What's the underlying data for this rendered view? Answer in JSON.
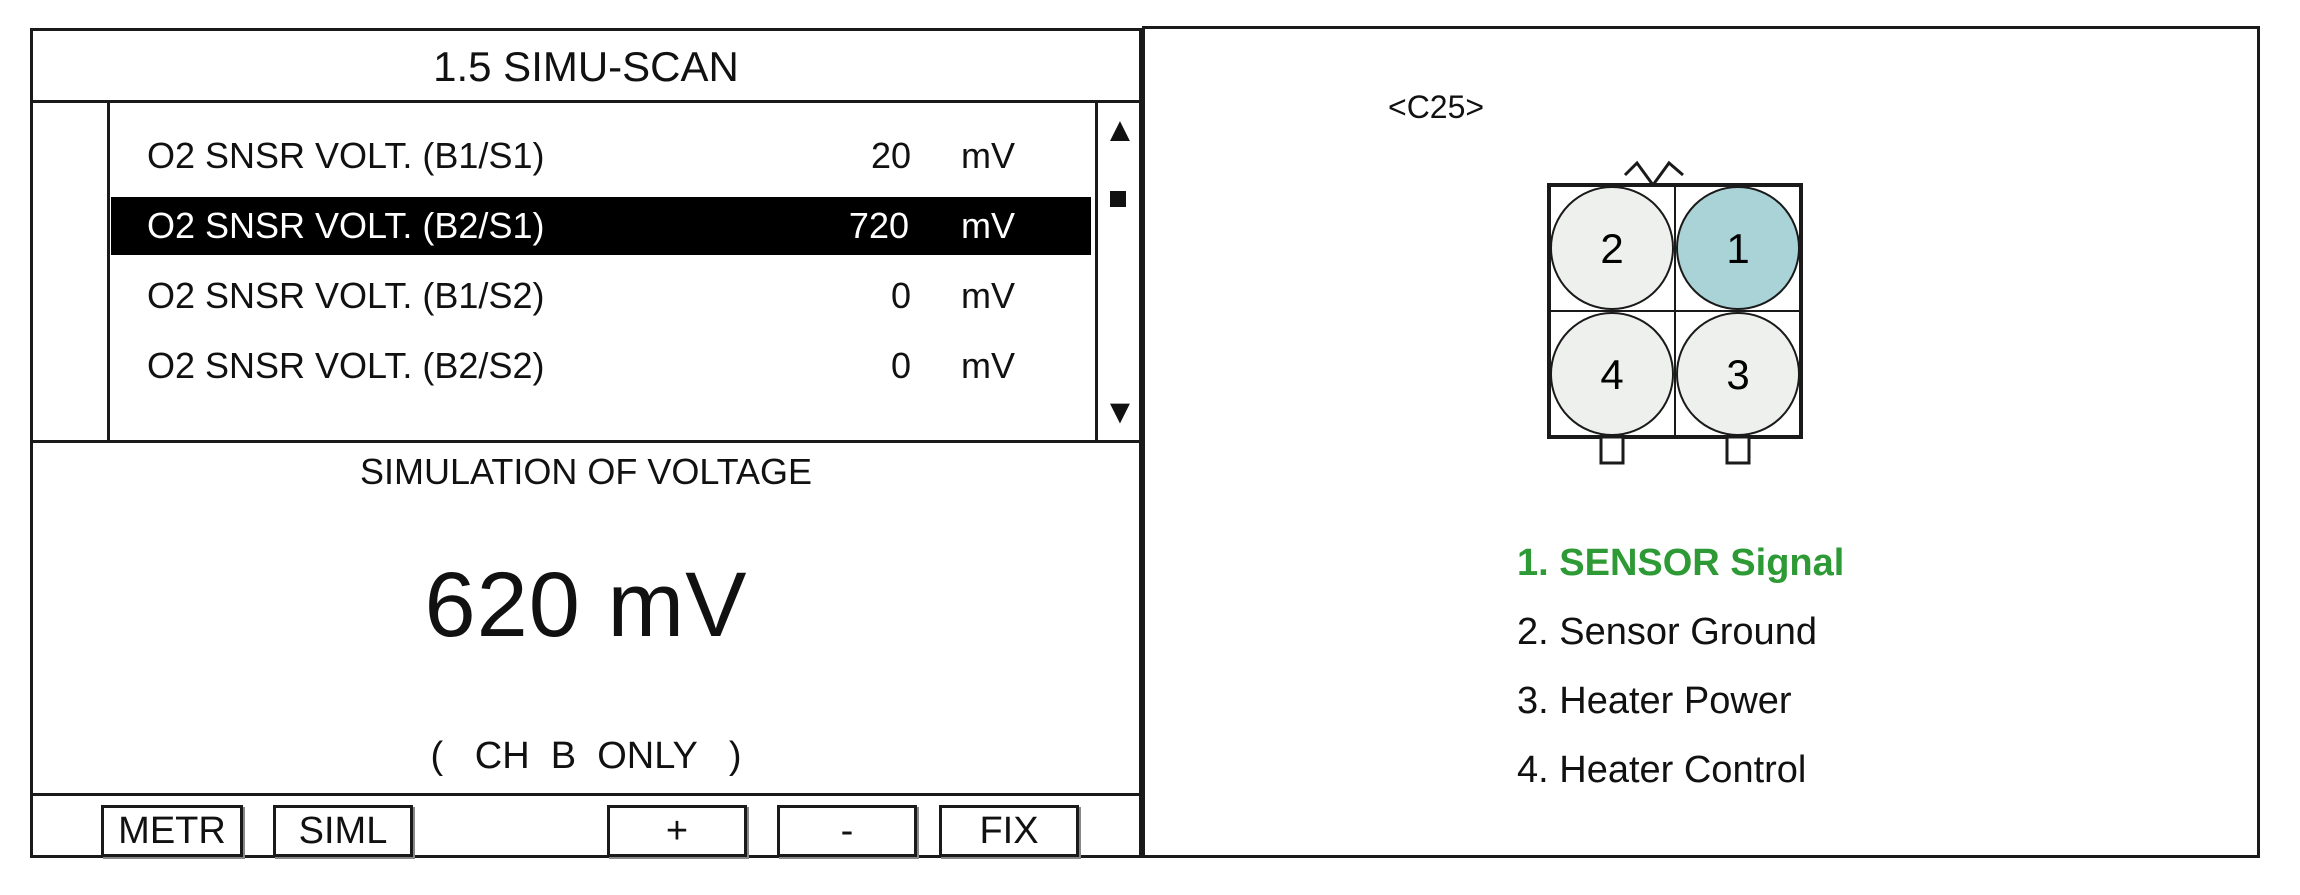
{
  "scan": {
    "title": "1.5  SIMU-SCAN",
    "params": [
      {
        "name": "O2 SNSR VOLT. (B1/S1)",
        "value": "20",
        "unit": "mV",
        "selected": false
      },
      {
        "name": "O2 SNSR VOLT. (B2/S1)",
        "value": "720",
        "unit": "mV",
        "selected": true
      },
      {
        "name": "O2 SNSR VOLT. (B1/S2)",
        "value": "0",
        "unit": "mV",
        "selected": false
      },
      {
        "name": "O2 SNSR VOLT. (B2/S2)",
        "value": "0",
        "unit": "mV",
        "selected": false
      }
    ],
    "scroll": {
      "up_icon": "triangle-up-icon",
      "thumb_icon": "square-icon",
      "down_icon": "triangle-down-icon"
    },
    "simulation": {
      "title": "SIMULATION OF VOLTAGE",
      "value": "620  mV",
      "note": "(   CH  B  ONLY   )"
    },
    "buttons": {
      "metr": "METR",
      "siml": "SIML",
      "plus": "+",
      "minus": "-",
      "fix": "FIX"
    }
  },
  "connector": {
    "id": "<C25>",
    "pins": [
      {
        "number": "1",
        "highlight": true
      },
      {
        "number": "2",
        "highlight": false
      },
      {
        "number": "3",
        "highlight": false
      },
      {
        "number": "4",
        "highlight": false
      }
    ],
    "legend": [
      {
        "label": "1. SENSOR Signal",
        "active": true
      },
      {
        "label": "2. Sensor Ground",
        "active": false
      },
      {
        "label": "3. Heater Power",
        "active": false
      },
      {
        "label": "4. Heater Control",
        "active": false
      }
    ],
    "colors": {
      "pin_highlight": "#a9d3d6",
      "pin_normal": "#eef0ee",
      "legend_active": "#2e9a35"
    }
  }
}
